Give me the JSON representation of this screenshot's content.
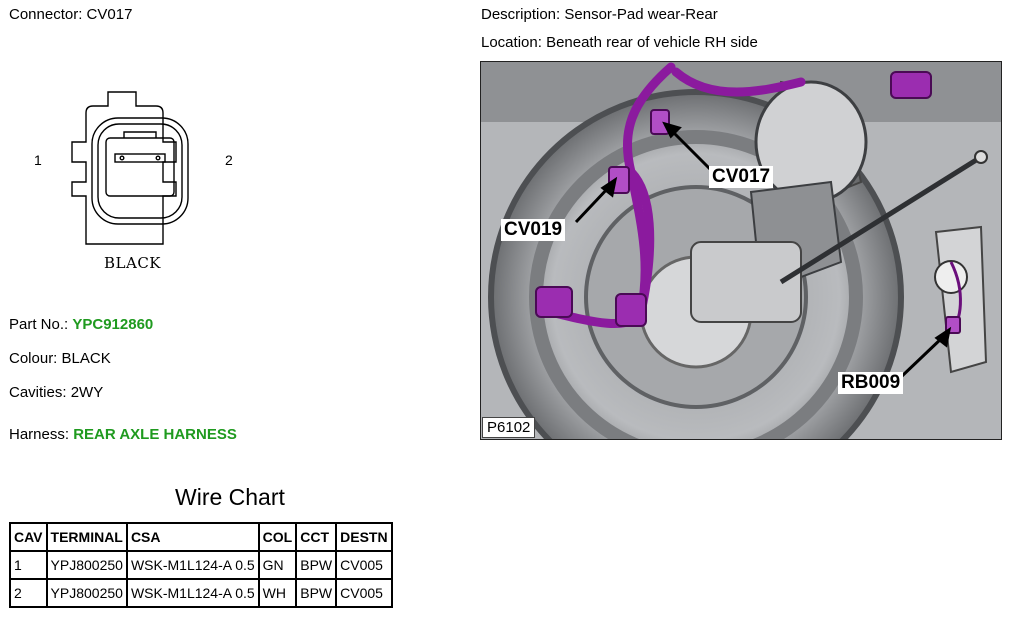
{
  "connector": {
    "label": "Connector:",
    "value": "CV017"
  },
  "description": {
    "label": "Description:",
    "value": "Sensor-Pad wear-Rear"
  },
  "location": {
    "label": "Location:",
    "value": "Beneath rear of vehicle RH side"
  },
  "diagram": {
    "pin_left": "1",
    "pin_right": "2",
    "color_caption": "BLACK"
  },
  "part_no": {
    "label": "Part No.:",
    "value": "YPC912860"
  },
  "colour": {
    "label": "Colour:",
    "value": "BLACK"
  },
  "cavities": {
    "label": "Cavities:",
    "value": "2WY"
  },
  "harness": {
    "label": "Harness:",
    "value": "REAR AXLE HARNESS"
  },
  "photo": {
    "callouts": [
      "CV017",
      "CV019",
      "RB009"
    ],
    "reference": "P6102"
  },
  "wire_chart": {
    "title": "Wire Chart",
    "headers": [
      "CAV",
      "TERMINAL",
      "CSA",
      "COL",
      "CCT",
      "DESTN"
    ],
    "rows": [
      [
        "1",
        "YPJ800250",
        "WSK-M1L124-A 0.5",
        "GN",
        "BPW",
        "CV005"
      ],
      [
        "2",
        "YPJ800250",
        "WSK-M1L124-A 0.5",
        "WH",
        "BPW",
        "CV005"
      ]
    ]
  },
  "colors": {
    "link_green": "#1f9a1f",
    "harness_purple": "#8b1a9e"
  }
}
